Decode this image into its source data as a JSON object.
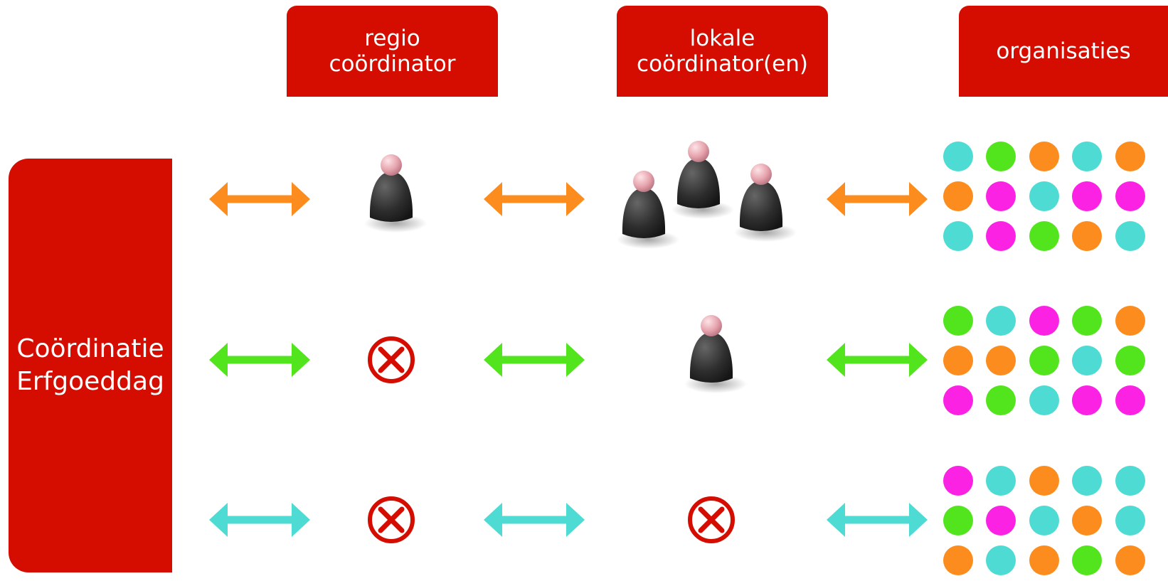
{
  "headers": {
    "regio": "regio\ncoördinator",
    "lokale": "lokale\ncoördinator(en)",
    "organisaties": "organisaties"
  },
  "side_label": "Coördinatie\nErfgoeddag",
  "colors": {
    "brand_red": "#d40d00",
    "orange": "#fb8c1d",
    "green": "#52e51d",
    "cyan": "#4ddbd3",
    "magenta": "#fb22e4"
  },
  "rows": [
    {
      "arrow_color": "orange",
      "regio": "person",
      "lokale": "group",
      "dots": [
        [
          "cyan",
          "green",
          "orange",
          "cyan",
          "orange"
        ],
        [
          "orange",
          "magenta",
          "cyan",
          "magenta",
          "magenta"
        ],
        [
          "cyan",
          "magenta",
          "green",
          "orange",
          "cyan"
        ]
      ]
    },
    {
      "arrow_color": "green",
      "regio": "cross",
      "lokale": "person",
      "dots": [
        [
          "green",
          "cyan",
          "magenta",
          "green",
          "orange"
        ],
        [
          "orange",
          "orange",
          "green",
          "cyan",
          "green"
        ],
        [
          "magenta",
          "green",
          "cyan",
          "magenta",
          "magenta"
        ]
      ]
    },
    {
      "arrow_color": "cyan",
      "regio": "cross",
      "lokale": "cross",
      "dots": [
        [
          "magenta",
          "cyan",
          "orange",
          "cyan",
          "cyan"
        ],
        [
          "green",
          "magenta",
          "cyan",
          "orange",
          "cyan"
        ],
        [
          "orange",
          "cyan",
          "orange",
          "green",
          "orange"
        ]
      ]
    }
  ]
}
